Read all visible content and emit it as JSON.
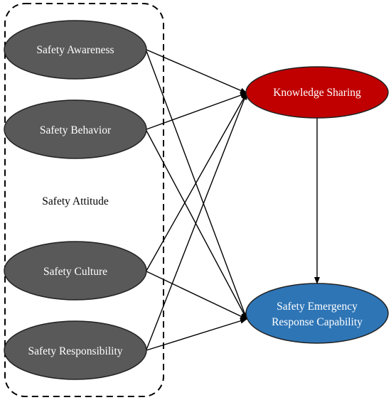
{
  "group": {
    "label": "Safety Attitude"
  },
  "nodes": {
    "awareness": {
      "label": "Safety Awareness"
    },
    "behavior": {
      "label": "Safety Behavior"
    },
    "culture": {
      "label": "Safety Culture"
    },
    "responsibility": {
      "label": "Safety Responsibility"
    },
    "knowledge": {
      "label": "Knowledge Sharing"
    },
    "response": {
      "line1": "Safety Emergency",
      "line2": "Response Capability"
    }
  },
  "colors": {
    "left_nodes": "#595959",
    "knowledge_sharing": "#c00000",
    "response_capability": "#2e75b6",
    "edges": "#000000"
  }
}
